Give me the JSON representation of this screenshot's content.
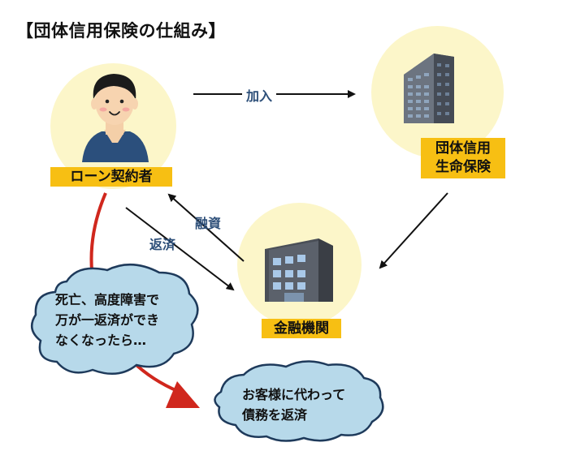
{
  "title": "【団体信用保険の仕組み】",
  "nodes": {
    "borrower": "ローン契約者",
    "insurer_line1": "団体信用",
    "insurer_line2": "生命保険",
    "bank": "金融機関"
  },
  "edges": {
    "join": "加入",
    "loan": "融資",
    "repay": "返済"
  },
  "clouds": {
    "event_line1": "死亡、高度障害で",
    "event_line2": "万が一返済ができ",
    "event_line3": "なくなったら…",
    "result_line1": "お客様に代わって",
    "result_line2": "債務を返済"
  },
  "colors": {
    "circle": "#fcf6c9",
    "label_bg": "#f7bf13",
    "cloud_fill": "#b7d9ea",
    "cloud_stroke": "#1e3a5b",
    "red_arrow": "#d0271d",
    "edge_label": "#2d4f79"
  }
}
